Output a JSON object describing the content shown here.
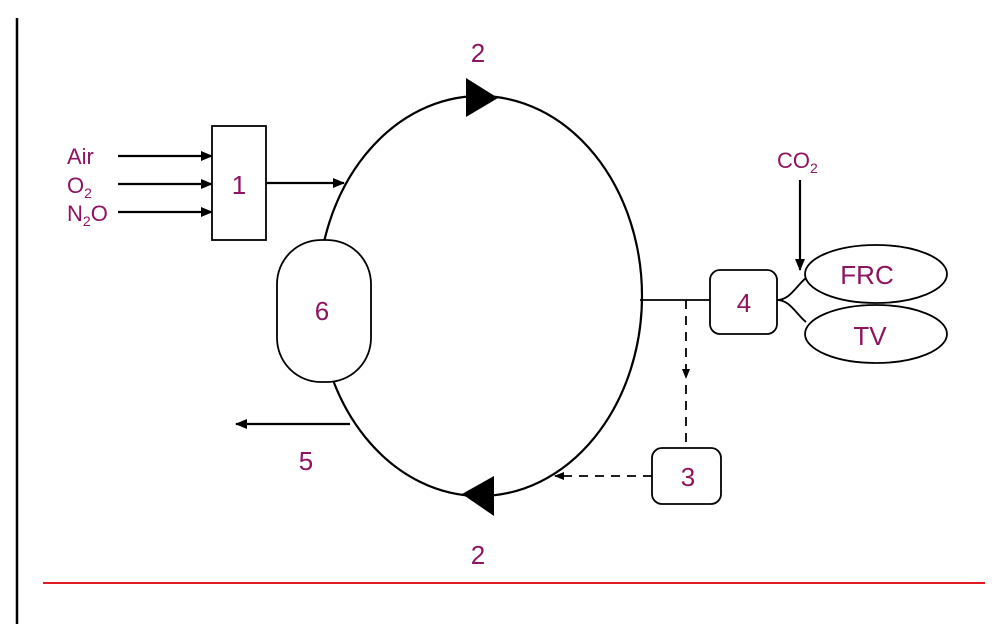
{
  "colors": {
    "label": "#8e1460",
    "stroke": "#000000",
    "rule": "#e11b22"
  },
  "inputs": [
    {
      "main": "Air",
      "sub": "",
      "tail": ""
    },
    {
      "main": "O",
      "sub": "2",
      "tail": ""
    },
    {
      "main": "N",
      "sub": "2",
      "tail": "O"
    }
  ],
  "co2": {
    "main": "CO",
    "sub": "2"
  },
  "nodes": {
    "n1": "1",
    "n2_top": "2",
    "n2_bottom": "2",
    "n3": "3",
    "n4": "4",
    "n5": "5",
    "n6": "6"
  },
  "lungs": {
    "frc": "FRC",
    "tv": "TV"
  }
}
